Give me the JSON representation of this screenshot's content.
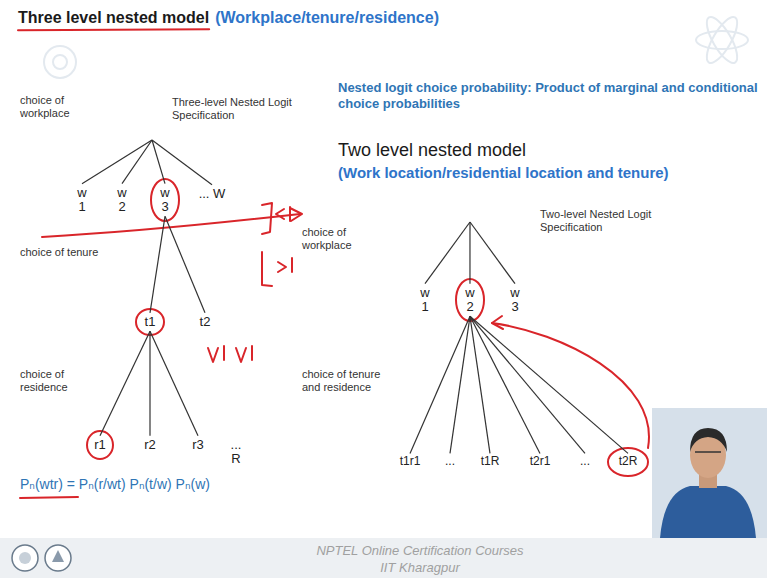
{
  "diagram": {
    "title": "Three level nested model",
    "nodes": [
      {
        "text": [
          "w 1"
        ]
      },
      {
        "text": [
          "w 2"
        ]
      },
      {
        "text": [
          "w 3"
        ]
      },
      {
        "text": [
          "... W"
        ]
      },
      {
        "text": [
          "t1"
        ]
      },
      {
        "text": [
          "t2"
        ]
      },
      {
        "text": [
          "r1"
        ]
      },
      {
        "text": [
          "r2"
        ]
      },
      {
        "text": [
          "r3"
        ]
      },
      {
        "text": [
          "... R"
        ]
      },
      {
        "text": [
          "w 1"
        ]
      },
      {
        "text": [
          "w 2"
        ]
      },
      {
        "text": [
          "w 3"
        ]
      },
      {
        "text": [
          "t1r1"
        ]
      },
      {
        "text": [
          "..."
        ]
      },
      {
        "text": [
          "t1R"
        ]
      },
      {
        "text": [
          "t2r1"
        ]
      },
      {
        "text": [
          "..."
        ]
      },
      {
        "text": [
          "t2R"
        ]
      }
    ],
    "edges": [
      {
        "from": 2,
        "to": 4,
        "arrow": "none"
      },
      {
        "from": 2,
        "to": 5,
        "arrow": "none"
      },
      {
        "from": 4,
        "to": 6,
        "arrow": "none"
      },
      {
        "from": 4,
        "to": 7,
        "arrow": "none"
      },
      {
        "from": 4,
        "to": 8,
        "arrow": "none"
      },
      {
        "from": 11,
        "to": 13,
        "arrow": "none"
      },
      {
        "from": 11,
        "to": 14,
        "arrow": "none"
      },
      {
        "from": 11,
        "to": 15,
        "arrow": "none"
      },
      {
        "from": 11,
        "to": 16,
        "arrow": "none"
      },
      {
        "from": 11,
        "to": 17,
        "arrow": "none"
      },
      {
        "from": 11,
        "to": 18,
        "arrow": "none"
      }
    ],
    "labels": [
      "(Workplace/tenure/residence)",
      "choice of workplace",
      "Three-level Nested Logit Specification",
      "Nested logit choice probability: Product of marginal and conditional choice probabilities",
      "Two level nested model",
      "(Work location/residential location and tenure)",
      "choice of tenure",
      "choice of workplace",
      "Two-level Nested Logit Specification",
      "choice of residence",
      "choice of tenure and residence",
      "Pₙ(wtr) = Pₙ(r/wt) Pₙ(t/w) Pₙ(w)",
      "NPTEL Online Certification Courses",
      "IIT Kharagpur"
    ]
  }
}
